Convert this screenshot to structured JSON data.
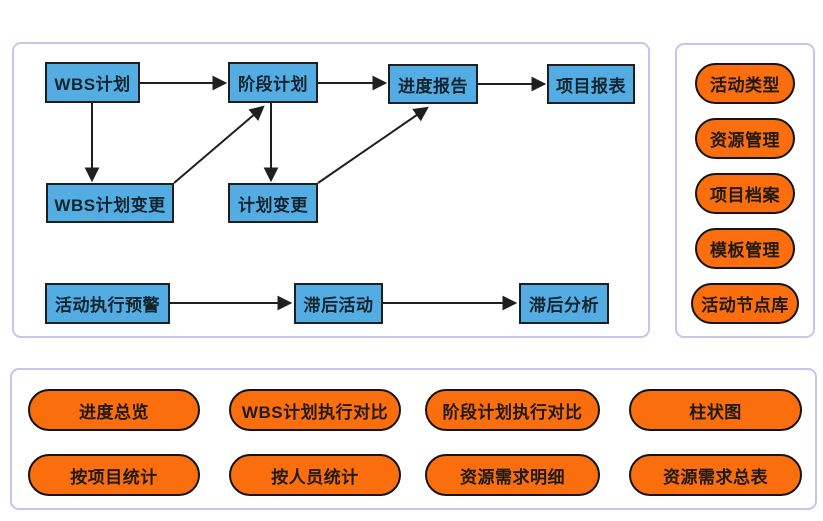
{
  "colors": {
    "node_fill": "#53ade2",
    "node_border": "#1f1f1f",
    "pill_fill": "#fa6e0d",
    "pill_border": "#141414",
    "panel_border": "#c8c4f0",
    "arrow": "#1f1f1f"
  },
  "flowchart": {
    "nodes": {
      "wbs_plan": "WBS计划",
      "stage_plan": "阶段计划",
      "progress_report": "进度报告",
      "project_report": "项目报表",
      "wbs_plan_change": "WBS计划变更",
      "plan_change": "计划变更",
      "activity_exec_warning": "活动执行预警",
      "delayed_activity": "滞后活动",
      "delay_analysis": "滞后分析"
    },
    "edges": [
      "WBS计划 → 阶段计划",
      "阶段计划 → 进度报告",
      "进度报告 → 项目报表",
      "WBS计划 → WBS计划变更",
      "阶段计划 → 计划变更",
      "WBS计划变更 → 阶段计划",
      "计划变更 → 进度报告",
      "活动执行预警 → 滞后活动",
      "滞后活动 → 滞后分析"
    ]
  },
  "side_panel": {
    "items": [
      {
        "label": "活动类型"
      },
      {
        "label": "资源管理"
      },
      {
        "label": "项目档案"
      },
      {
        "label": "模板管理"
      },
      {
        "label": "活动节点库"
      }
    ]
  },
  "bottom_panel": {
    "items": [
      {
        "label": "进度总览"
      },
      {
        "label": "WBS计划执行对比"
      },
      {
        "label": "阶段计划执行对比"
      },
      {
        "label": "柱状图"
      },
      {
        "label": "按项目统计"
      },
      {
        "label": "按人员统计"
      },
      {
        "label": "资源需求明细"
      },
      {
        "label": "资源需求总表"
      }
    ]
  }
}
